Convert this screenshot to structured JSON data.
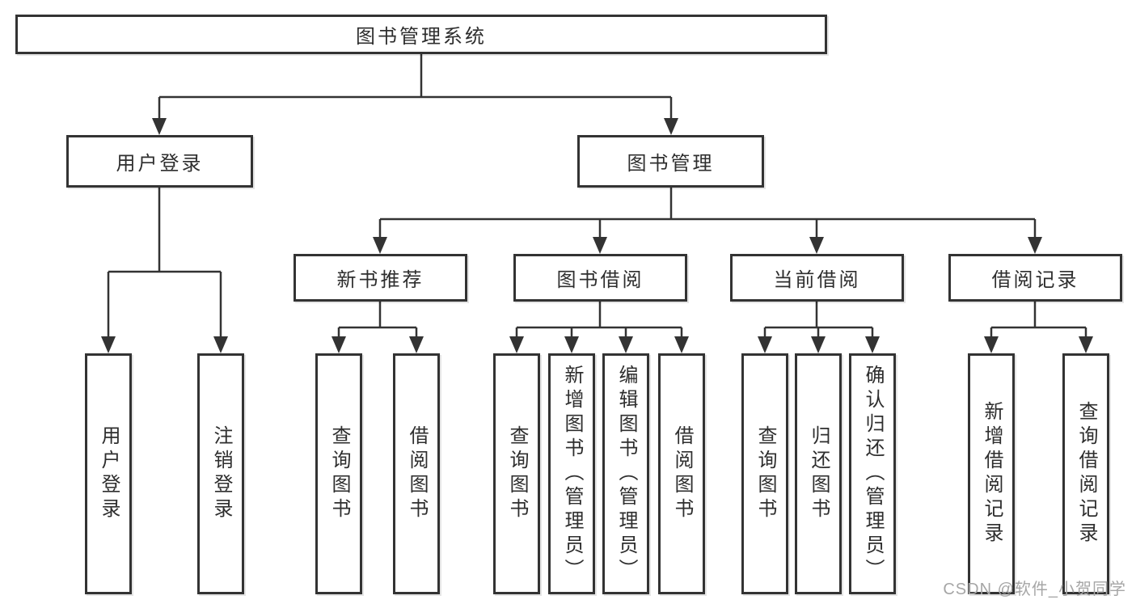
{
  "diagram": {
    "root": "图书管理系统",
    "branches": [
      {
        "label": "用户登录",
        "children": [
          "用户登录",
          "注销登录"
        ]
      },
      {
        "label": "图书管理",
        "sections": [
          {
            "label": "新书推荐",
            "children": [
              "查询图书",
              "借阅图书"
            ]
          },
          {
            "label": "图书借阅",
            "children": [
              "查询图书",
              "新增图书（管理员）",
              "编辑图书（管理员）",
              "借阅图书"
            ]
          },
          {
            "label": "当前借阅",
            "children": [
              "查询图书",
              "归还图书",
              "确认归还（管理员）"
            ]
          },
          {
            "label": "借阅记录",
            "children": [
              "新增借阅记录",
              "查询借阅记录"
            ]
          }
        ]
      }
    ]
  },
  "watermark": {
    "text": "CSDN @软件_小贺同学"
  },
  "colors": {
    "line": "#333333",
    "border": "#333333",
    "text": "#2e2e2e",
    "watermark": "#a6a6a6",
    "background": "#ffffff"
  }
}
